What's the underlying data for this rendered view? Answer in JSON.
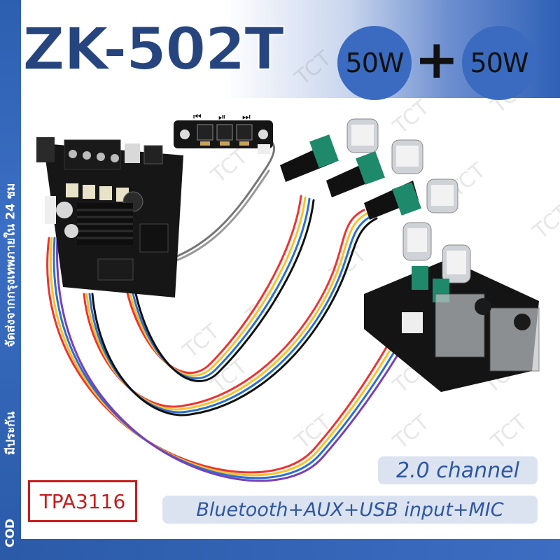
{
  "product": {
    "model": "ZK-502T",
    "power_left": "50W",
    "plus": "+",
    "power_right": "50W",
    "channel": "2.0 channel",
    "inputs": "Bluetooth+AUX+USB input+MIC",
    "chip": "TPA3116"
  },
  "side_strip": {
    "shipping_note": "จัดส่งจากกรุงเทพภายใน 24 ชม",
    "warranty": "มีประกัน",
    "cod": "COD"
  },
  "control_board": {
    "buttons": [
      "⏮",
      "⏯",
      "⏭"
    ]
  },
  "watermark": "TCT",
  "colors": {
    "title": "#26457e",
    "accent_blue": "#3a6bc0",
    "caption_bg": "#dbe3f1",
    "caption_text": "#2f57a0",
    "chip_red": "#c91c1c"
  }
}
